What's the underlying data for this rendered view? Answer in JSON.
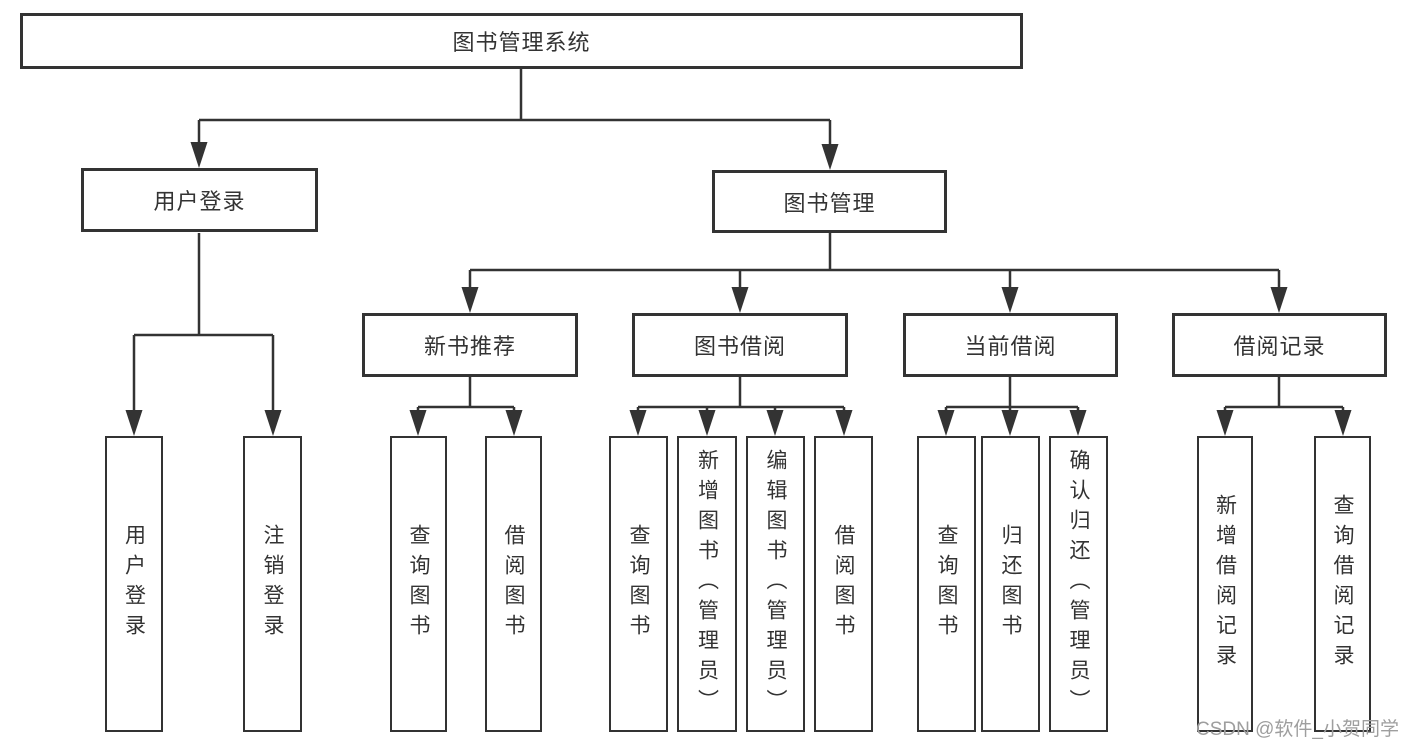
{
  "diagram": {
    "root": {
      "label": "图书管理系统"
    },
    "level2": [
      {
        "label": "用户登录"
      },
      {
        "label": "图书管理"
      }
    ],
    "level3": [
      {
        "label": "新书推荐"
      },
      {
        "label": "图书借阅"
      },
      {
        "label": "当前借阅"
      },
      {
        "label": "借阅记录"
      }
    ],
    "leaves": [
      {
        "label": "用户登录"
      },
      {
        "label": "注销登录"
      },
      {
        "label": "查询图书"
      },
      {
        "label": "借阅图书"
      },
      {
        "label": "查询图书"
      },
      {
        "label": "新增图书（管理员）"
      },
      {
        "label": "编辑图书（管理员）"
      },
      {
        "label": "借阅图书"
      },
      {
        "label": "查询图书"
      },
      {
        "label": "归还图书"
      },
      {
        "label": "确认归还（管理员）"
      },
      {
        "label": "新增借阅记录"
      },
      {
        "label": "查询借阅记录"
      }
    ]
  },
  "watermark": {
    "text": "CSDN @软件_小贺同学"
  },
  "colors": {
    "line": "#333333",
    "box_border": "#333333",
    "text": "#333333",
    "watermark_text": "#9e9e9e",
    "background": "#ffffff"
  }
}
